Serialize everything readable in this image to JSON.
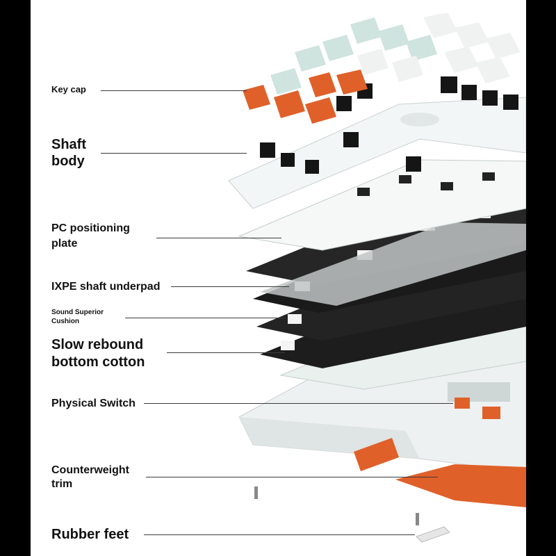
{
  "labels": {
    "key_cap": "Key cap",
    "shaft_body_1": "Shaft",
    "shaft_body_2": "body",
    "pc_plate_1": "PC positioning",
    "pc_plate_2": "plate",
    "ixpe": "IXPE shaft underpad",
    "sound_1": "Sound Superior",
    "sound_2": "Cushion",
    "slow_rebound_1": "Slow rebound",
    "slow_rebound_2": "bottom cotton",
    "physical_switch": "Physical Switch",
    "counterweight_1": "Counterweight",
    "counterweight_2": "trim",
    "rubber_feet": "Rubber feet"
  },
  "colors": {
    "accent_orange": "#e0602a",
    "keycap_mint": "#cfe3df",
    "plate_black": "#1b1b1b",
    "case_white": "#f2f4f4"
  },
  "illustration": "exploded-keyboard-diagram"
}
